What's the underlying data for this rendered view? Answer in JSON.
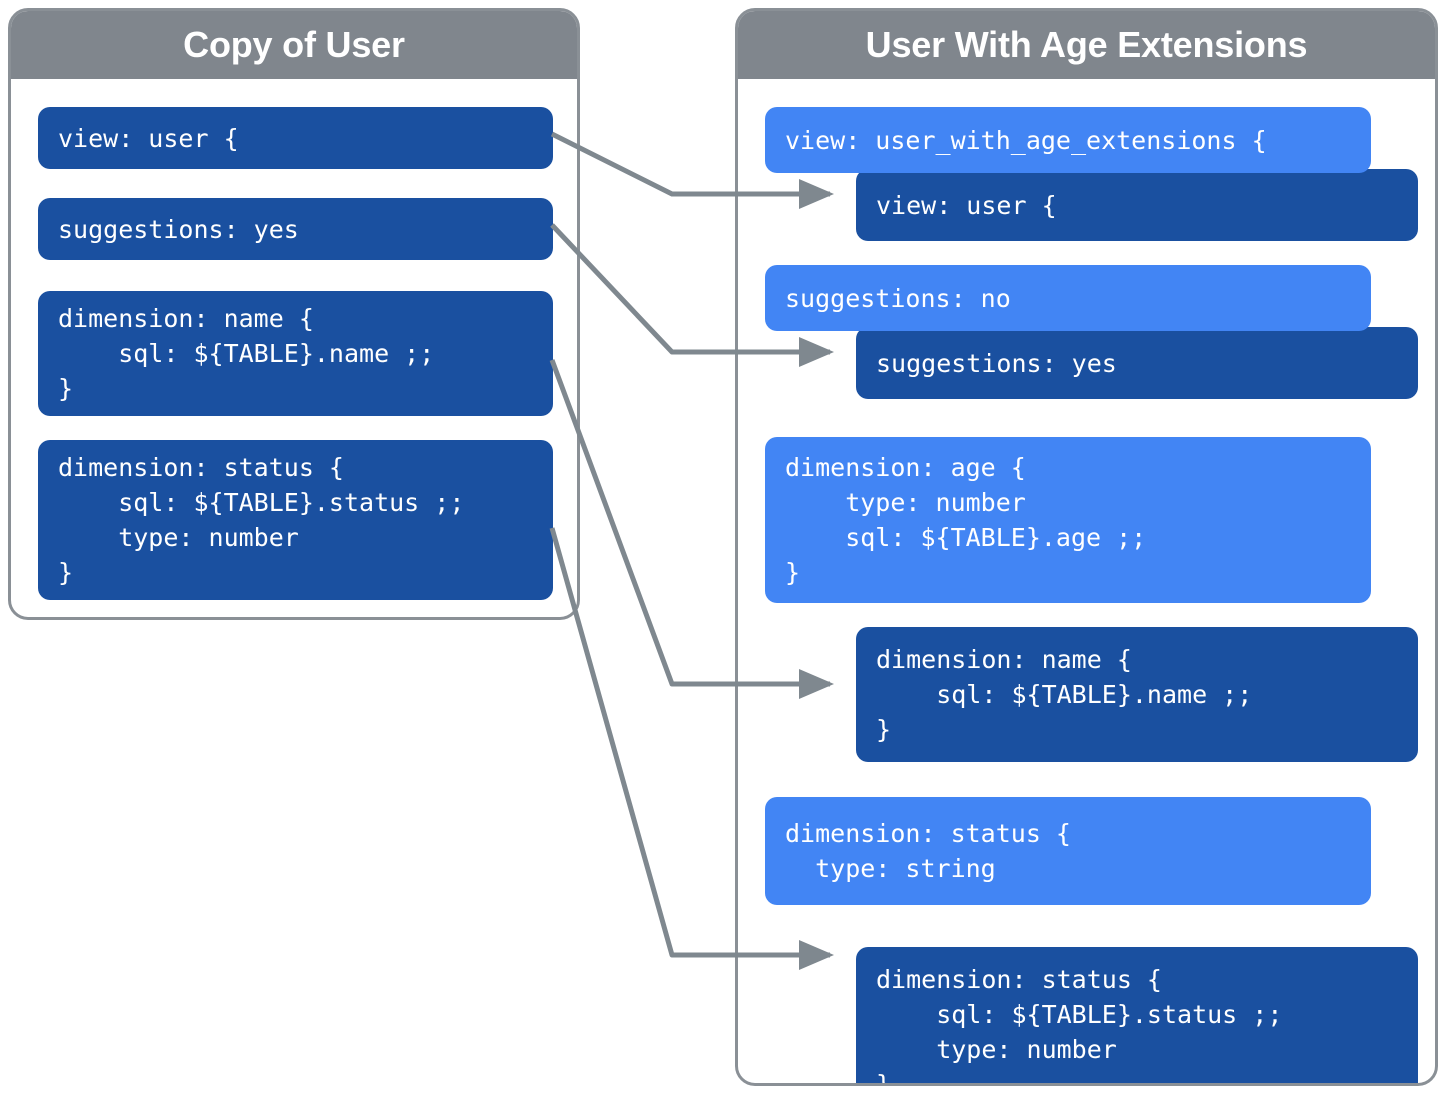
{
  "colors": {
    "dark_blue": "#1a50a0",
    "light_blue": "#4285f4",
    "panel_border_gray": "#8a9096",
    "title_bar_gray": "#80868d",
    "connector_gray": "#7f888f",
    "background": "#ffffff",
    "text_white": "#ffffff"
  },
  "left_panel": {
    "title": "Copy of User",
    "blocks": [
      {
        "id": "view-user",
        "text": "view: user {"
      },
      {
        "id": "suggestions-yes",
        "text": "suggestions: yes"
      },
      {
        "id": "dimension-name",
        "text": "dimension: name {\n    sql: ${TABLE}.name ;;\n}"
      },
      {
        "id": "dimension-status",
        "text": "dimension: status {\n    sql: ${TABLE}.status ;;\n    type: number\n}"
      }
    ]
  },
  "right_panel": {
    "title": "User With Age Extensions",
    "pairs": [
      {
        "id": "view",
        "outer": {
          "id": "view-user-with-age-extensions",
          "text": "view: user_with_age_extensions {",
          "style": "light"
        },
        "inner": {
          "id": "view-user-inherited",
          "text": "view: user {",
          "style": "dark"
        }
      },
      {
        "id": "suggestions",
        "outer": {
          "id": "suggestions-no",
          "text": "suggestions: no",
          "style": "light"
        },
        "inner": {
          "id": "suggestions-yes-inherited",
          "text": "suggestions: yes",
          "style": "dark"
        }
      },
      {
        "id": "dimension-age",
        "outer": {
          "id": "dimension-age",
          "text": "dimension: age {\n    type: number\n    sql: ${TABLE}.age ;;\n}",
          "style": "light"
        },
        "inner": null
      },
      {
        "id": "dimension-name",
        "outer": null,
        "inner": {
          "id": "dimension-name-inherited",
          "text": "dimension: name {\n    sql: ${TABLE}.name ;;\n}",
          "style": "dark"
        }
      },
      {
        "id": "dimension-status",
        "outer": {
          "id": "dimension-status-override",
          "text": "dimension: status {\n  type: string",
          "style": "light"
        },
        "inner": {
          "id": "dimension-status-inherited",
          "text": "dimension: status {\n    sql: ${TABLE}.status ;;\n    type: number\n}",
          "style": "dark"
        }
      }
    ]
  },
  "connectors": [
    {
      "id": "arrow-view",
      "from": "view-user",
      "to": "view-user-inherited"
    },
    {
      "id": "arrow-suggestions",
      "from": "suggestions-yes",
      "to": "suggestions-yes-inherited"
    },
    {
      "id": "arrow-dimension-name",
      "from": "dimension-name",
      "to": "dimension-name-inherited"
    },
    {
      "id": "arrow-dimension-status",
      "from": "dimension-status",
      "to": "dimension-status-inherited"
    }
  ]
}
